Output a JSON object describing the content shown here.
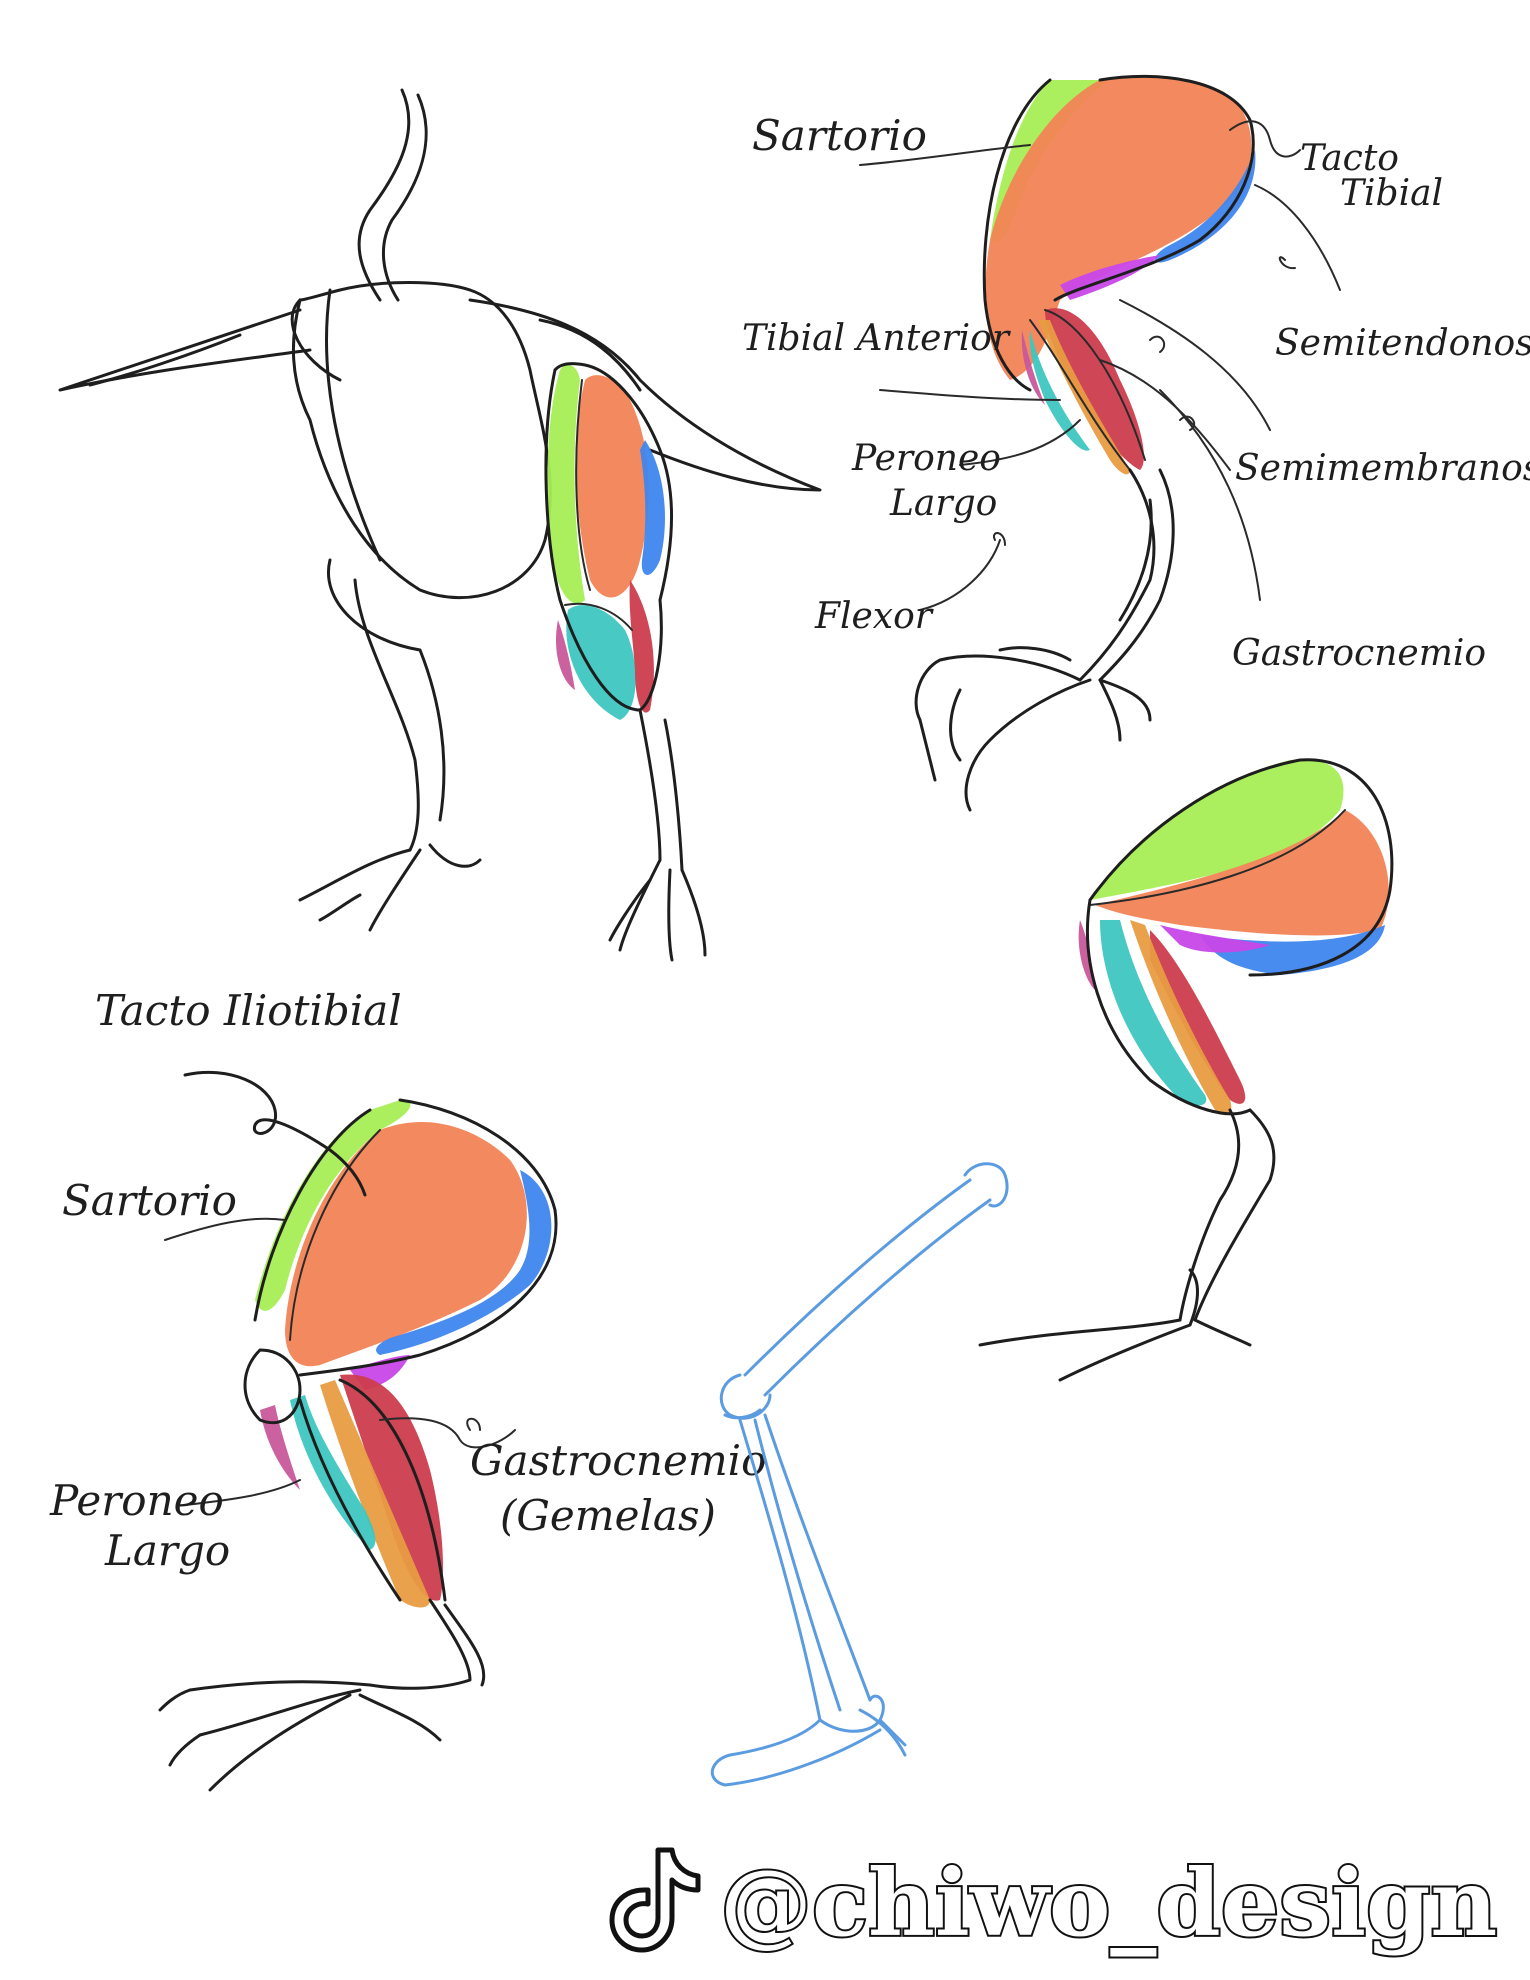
{
  "colors": {
    "sartorio": "#a6ee55",
    "iliotibial": "#f28456",
    "semitendinoso": "#3f86ee",
    "semimembranoso": "#c847e8",
    "gastrocnemio": "#cc3d4d",
    "flexor": "#e89c42",
    "peroneo": "#3ec6c0",
    "tibial_anterior": "#c8589a",
    "ink": "#1e1e1e",
    "bones": "#5b9be0"
  },
  "labels": {
    "side_view": {
      "sartorio": "Sartorio",
      "tracto_tibial_1": "Tacto",
      "tracto_tibial_2": "Tibial",
      "tibial_anterior": "Tibial Anterior",
      "semitendinoso": "Semitendonoso",
      "peroneo_1": "Peroneo",
      "peroneo_2": "Largo",
      "semimembranoso": "Semimembranoso",
      "flexor": "Flexor",
      "gastrocnemio": "Gastrocnemio"
    },
    "crouch_view": {
      "tracto_iliotibial": "Tacto Iliotibial",
      "sartorio": "Sartorio",
      "peroneo_1": "Peroneo",
      "peroneo_2": "Largo",
      "gastrocnemio_1": "Gastrocnemio",
      "gastrocnemio_2": "(Gemelas)"
    }
  },
  "watermark": {
    "icon": "tiktok-note-icon",
    "handle": "@chiwo_design"
  }
}
